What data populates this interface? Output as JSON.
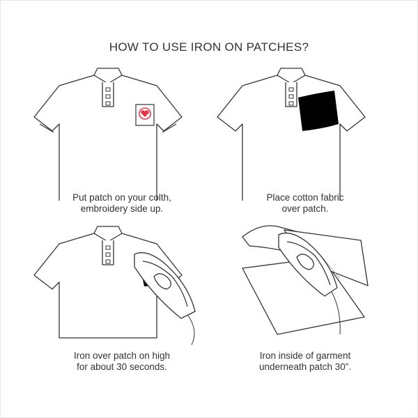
{
  "title": "HOW TO USE IRON ON PATCHES?",
  "steps": [
    {
      "line1": "Put patch on your colth,",
      "line2": "embroidery side up.",
      "illustration": "polo-shirt-with-heart-patch"
    },
    {
      "line1": "Place cotton fabric",
      "line2": "over patch.",
      "illustration": "polo-shirt-with-fabric-cover"
    },
    {
      "line1": "Iron over patch on high",
      "line2": "for about 30 seconds.",
      "illustration": "polo-shirt-with-iron"
    },
    {
      "line1": "Iron inside of garment",
      "line2": "underneath patch 30”.",
      "illustration": "inside-out-garment-with-iron"
    }
  ],
  "colors": {
    "line": "#333333",
    "heart": "#e8334a",
    "fabric": "#000000"
  }
}
